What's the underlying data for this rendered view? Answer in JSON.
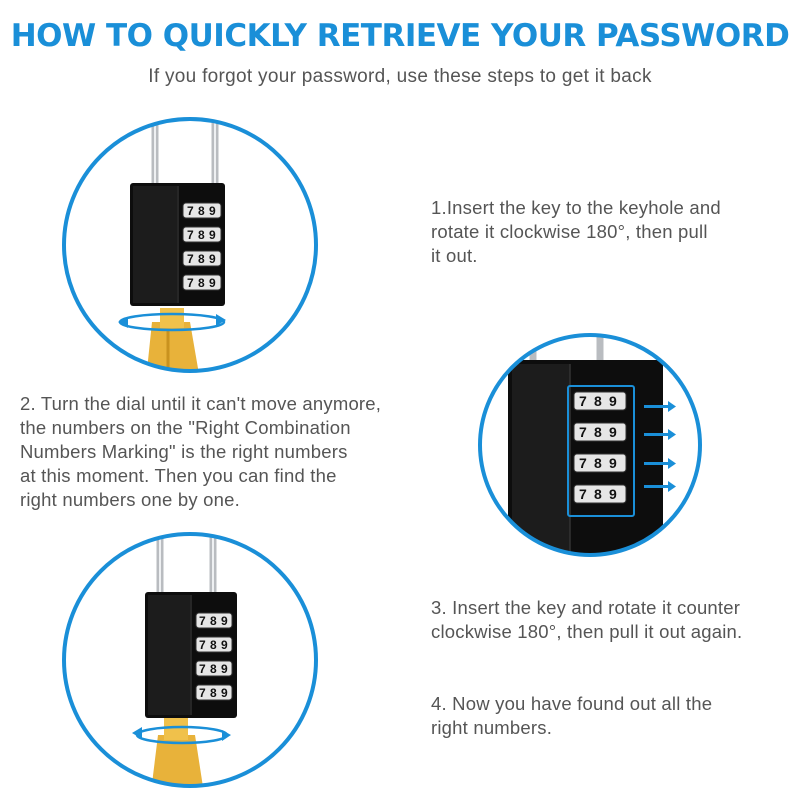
{
  "header": {
    "title": "HOW TO QUICKLY RETRIEVE YOUR PASSWORD",
    "subtitle": "If you forgot your password, use these steps to get it back"
  },
  "steps": [
    "1.Insert the key to the keyhole and\nrotate it clockwise 180°, then pull\nit out.",
    "2. Turn the dial until it can't move anymore,\nthe numbers on the \"Right Combination\nNumbers Marking\" is the right numbers\nat this moment. Then you can find the\nright numbers one by one.",
    "3. Insert the key and rotate it counter\nclockwise 180°, then pull it out again.",
    "4. Now you have found out all the\nright numbers."
  ],
  "dial_digits": [
    "7",
    "8",
    "9"
  ],
  "colors": {
    "accent": "#1a8fd8",
    "text": "#555555",
    "lock_body": "#0d0d0d",
    "key": "#e8b23a"
  }
}
